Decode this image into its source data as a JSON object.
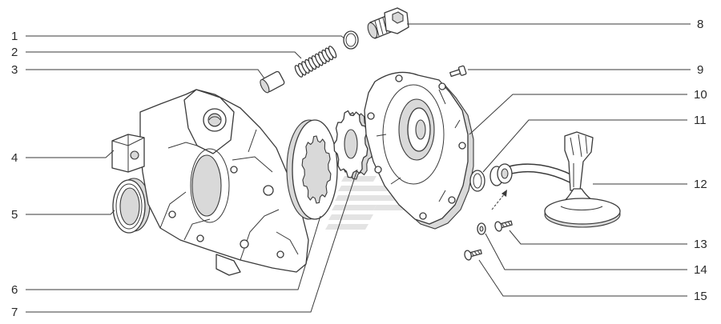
{
  "callouts": [
    "1",
    "2",
    "3",
    "4",
    "5",
    "6",
    "7",
    "8",
    "9",
    "10",
    "11",
    "12",
    "13",
    "14",
    "15"
  ],
  "colors": {
    "line": "#3a3a3a",
    "background": "#ffffff",
    "watermark": "#c8c8c8"
  }
}
